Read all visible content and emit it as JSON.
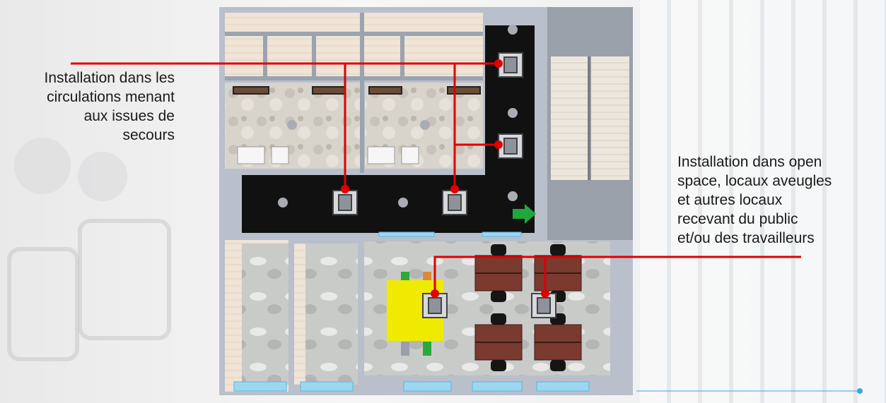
{
  "labels": {
    "left": [
      "Installation dans les",
      "circulations menant",
      "aux issues de",
      "secours"
    ],
    "right": [
      "Installation dans open",
      "space, locaux aveugles",
      "et autres locaux",
      "recevant du public",
      "et/ou des travailleurs"
    ]
  },
  "colors": {
    "callout_line": "#e00000",
    "corridor": "#111111",
    "wall": "#a9b2c0",
    "exit_arrow": "#1fa83c",
    "accent_line": "#38a9e0",
    "table_yellow": "#f0ea00",
    "desk": "#7a3a30"
  },
  "icons": [
    "device-icon",
    "exit-arrow-icon",
    "smoke-detector-icon",
    "desk-icon",
    "office-chair-icon"
  ]
}
